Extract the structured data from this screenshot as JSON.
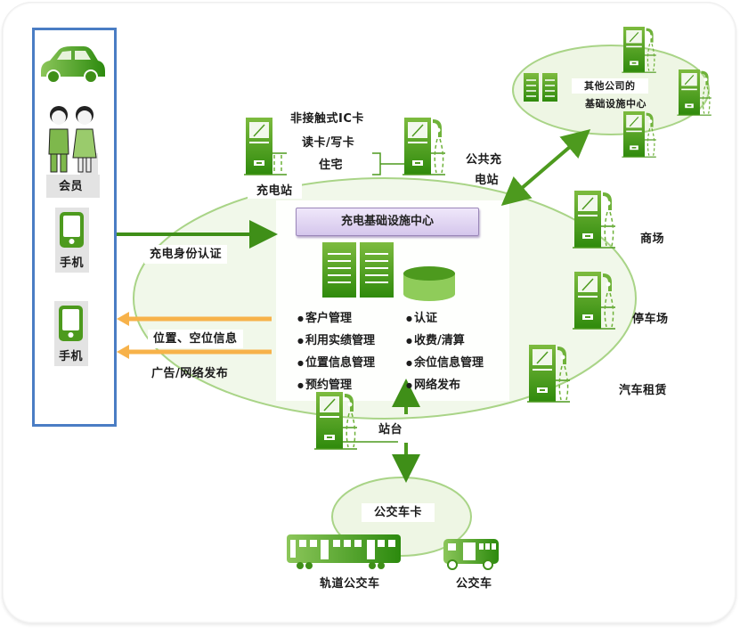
{
  "diagram": {
    "title": "充电基础设施中心",
    "colors": {
      "accent_green": "#4d9a1e",
      "light_green_fill": "#eef7e6",
      "ellipse_stroke": "#9fcf7c",
      "orange_arrow": "#f7b24a",
      "panel_border": "#4a7dc4",
      "title_box": "#dccdf0"
    },
    "member_panel": {
      "car": {
        "icon": "car-icon"
      },
      "members": {
        "icon": "people-icon",
        "label": "会员"
      },
      "phone_1": {
        "icon": "mobile-phone-icon",
        "label": "手机"
      },
      "phone_2": {
        "icon": "mobile-phone-icon",
        "label": "手机"
      }
    },
    "arrows": {
      "auth": "充电身份认证",
      "location": "位置、空位信息",
      "ads": "广告/网络发布"
    },
    "ic_card": {
      "line1": "非接触式IC卡",
      "line2": "读卡/写卡"
    },
    "stations": {
      "home": "住宅",
      "station": "充电站",
      "public_line1": "公共充",
      "public_line2": "电站",
      "mall": "商场",
      "parking": "停车场",
      "rental": "汽车租赁",
      "platform": "站台"
    },
    "center": {
      "title": "充电基础设施中心",
      "functions_left": [
        "客户管理",
        "利用实绩管理",
        "位置信息管理",
        "预约管理"
      ],
      "functions_right": [
        "认证",
        "收费/清算",
        "余位信息管理",
        "网络发布"
      ]
    },
    "other_company": {
      "line1": "其他公司的",
      "line2": "基础设施中心"
    },
    "bus": {
      "card": "公交车卡",
      "rail_bus": "轨道公交车",
      "bus": "公交车"
    }
  }
}
